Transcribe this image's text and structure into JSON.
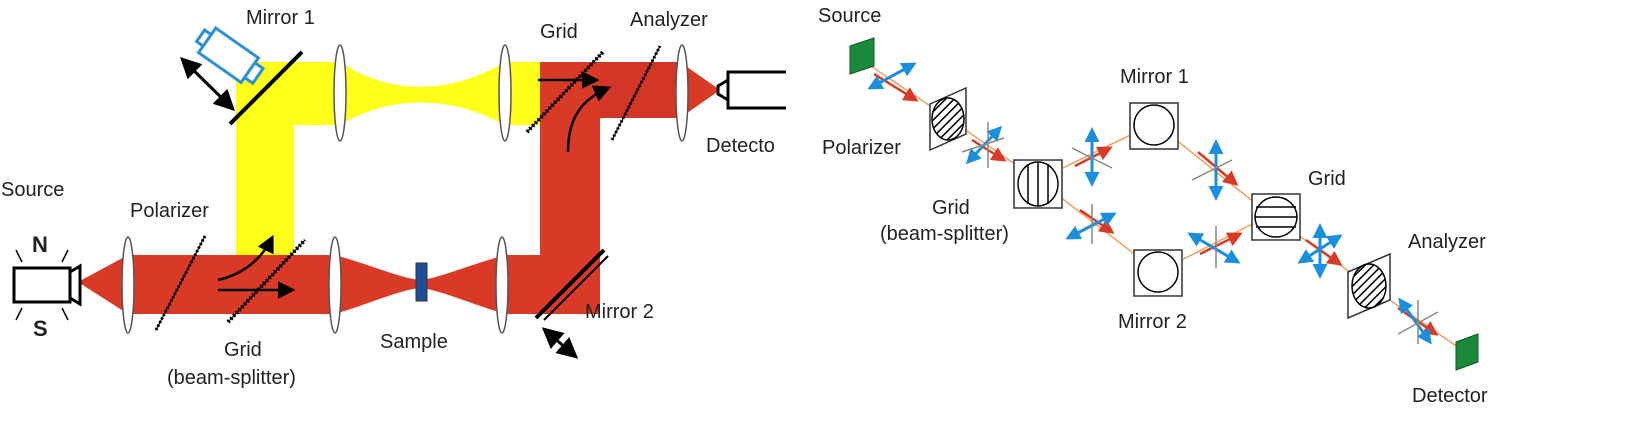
{
  "left_diagram": {
    "labels": {
      "source": "Source",
      "north_pole": "N",
      "south_pole": "S",
      "polarizer": "Polarizer",
      "mirror1": "Mirror 1",
      "grid_bs_line1": "Grid",
      "grid_bs_line2": "(beam-splitter)",
      "sample": "Sample",
      "mirror2": "Mirror 2",
      "grid": "Grid",
      "analyzer": "Analyzer",
      "detector": "Detecto"
    }
  },
  "right_diagram": {
    "labels": {
      "source": "Source",
      "polarizer": "Polarizer",
      "grid_bs_line1": "Grid",
      "grid_bs_line2": "(beam-splitter)",
      "mirror1": "Mirror 1",
      "mirror2": "Mirror 2",
      "grid": "Grid",
      "analyzer": "Analyzer",
      "detector": "Detector"
    }
  },
  "colors": {
    "beam_red": "#d93a26",
    "beam_yellow": "#ffff1a",
    "arrow_blue": "#1a8fe0",
    "emitter_green": "#1a8a3a",
    "mirror_housing_blue": "#2d8fd6",
    "sample_blue": "#1f4f9a",
    "thin_beam": "#f0a060"
  }
}
